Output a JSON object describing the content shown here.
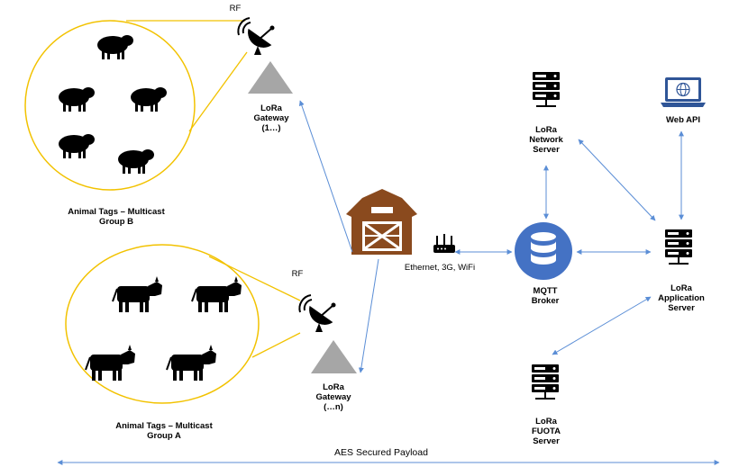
{
  "labels": {
    "rf_top": "RF",
    "rf_bottom": "RF",
    "gateway_top": "LoRa Gateway (1…)",
    "gateway_bottom": "LoRa Gateway (…n)",
    "group_b": "Animal Tags – Multicast Group B",
    "group_a": "Animal Tags – Multicast Group A",
    "network_server": "LoRa Network Server",
    "web_api": "Web API",
    "application_server": "LoRa Application Server",
    "mqtt_broker": "MQTT Broker",
    "fuota_server": "LoRa FUOTA Server",
    "backhaul": "Ethernet, 3G, WiFi",
    "payload": "AES Secured Payload"
  },
  "icons": {
    "sheep": "sheep-icon",
    "cow": "cow-icon",
    "antenna": "satellite-dish-icon",
    "barn": "barn-icon",
    "router": "router-icon",
    "server": "server-icon",
    "database": "database-icon",
    "laptop": "laptop-globe-icon"
  },
  "colors": {
    "group_circle": "#f2c200",
    "connector": "#5b8ed6",
    "icon": "#000000",
    "gateway": "#a6a6a6",
    "barn": "#8a4a1e",
    "database": "#4472c4",
    "laptop": "#2f5597"
  }
}
